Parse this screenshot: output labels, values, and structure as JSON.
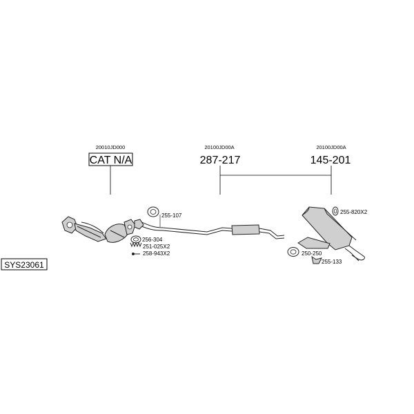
{
  "diagram": {
    "system_code": "SYS23061",
    "groups": [
      {
        "oem": "20010JD000",
        "part": "CAT N/A",
        "boxed": true
      },
      {
        "oem": "20100JD00A",
        "part": "287-217",
        "boxed": false
      },
      {
        "oem": "20100JD00A",
        "part": "145-201",
        "boxed": false
      }
    ],
    "components": {
      "front_pipe_gasket": "255-107",
      "cat_gasket": "256-304",
      "springs": "251-025X2",
      "bolts": "258-943X2",
      "rubber_mounts": "255-820X2",
      "rear_gasket": "250-250",
      "rear_mount": "255-133"
    }
  }
}
